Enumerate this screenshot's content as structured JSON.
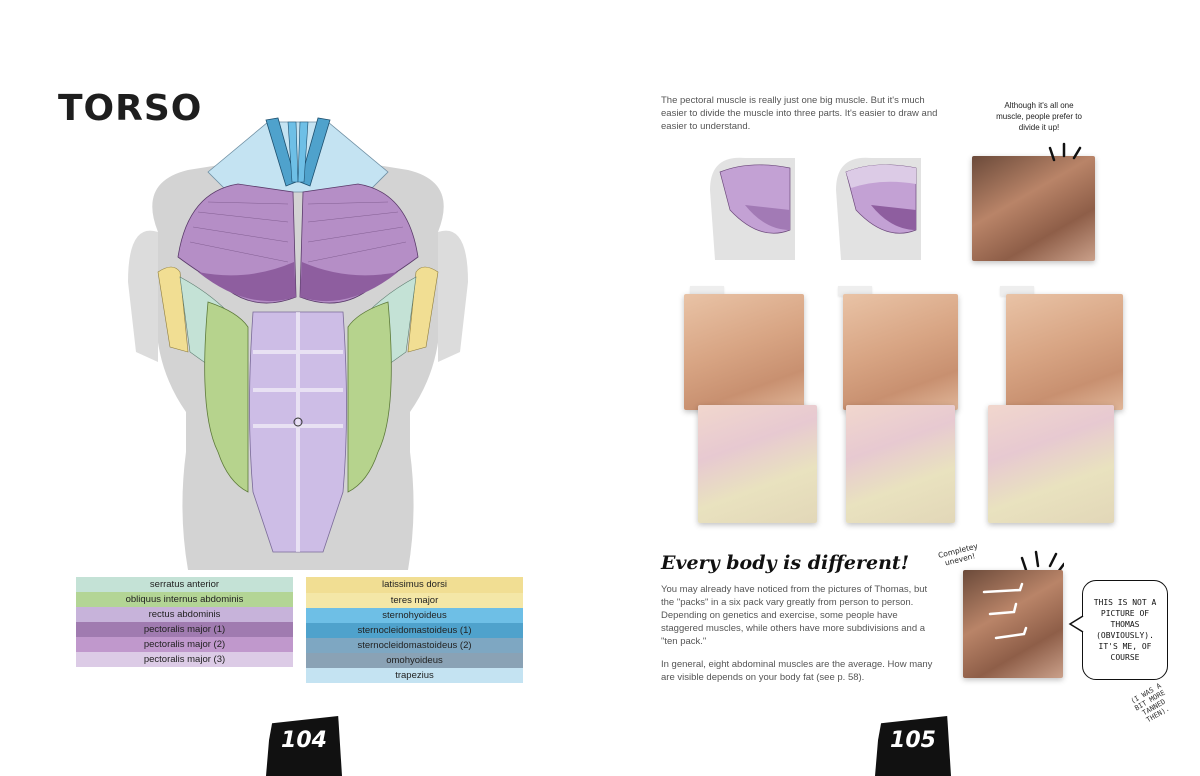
{
  "left_page": {
    "title": "TORSO",
    "legend_left": [
      {
        "label": "serratus anterior",
        "color": "#c4e2d6"
      },
      {
        "label": "obliquus internus abdominis",
        "color": "#b3d595"
      },
      {
        "label": "rectus abdominis",
        "color": "#c7b3da"
      },
      {
        "label": "pectoralis major (1)",
        "color": "#a07bb0"
      },
      {
        "label": "pectoralis major (2)",
        "color": "#c098cc"
      },
      {
        "label": "pectoralis major (3)",
        "color": "#dccbe6"
      }
    ],
    "legend_right": [
      {
        "label": "latissimus dorsi",
        "color": "#f1de93"
      },
      {
        "label": "teres major",
        "color": "#f4e7a7"
      },
      {
        "label": "sternohyoideus",
        "color": "#6ebfe6"
      },
      {
        "label": "sternocleidomastoideus (1)",
        "color": "#4fa2cc"
      },
      {
        "label": "sternocleidomastoideus (2)",
        "color": "#7ea7c2"
      },
      {
        "label": "omohyoideus",
        "color": "#8aa2b5"
      },
      {
        "label": "trapezius",
        "color": "#c4e3f2"
      }
    ],
    "page_number": "104"
  },
  "right_page": {
    "intro": "The pectoral muscle is really just one big muscle. But it's much easier to divide the muscle into three parts. It's easier to draw and easier to understand.",
    "callout": "Although it's all one muscle, people prefer to divide it up!",
    "heading": "Every body is different!",
    "body_1": "You may already have noticed from the pictures of Thomas, but the \"packs\" in a six pack vary greatly from person to person. Depending on genetics and exercise, some people have staggered muscles, while others have more subdivisions and a \"ten pack.\"",
    "body_2": "In general, eight abdominal muscles are the average. How many are visible depends on your body fat (see p. 58).",
    "completely_uneven": "Completey uneven!",
    "bubble_text": "THIS IS NOT A PICTURE OF THOMAS (OBVIOUSLY). IT'S ME, OF COURSE",
    "side_note": "(I WAS A BIT MORE TANNED THEN).",
    "page_number": "105"
  },
  "colors": {
    "pec_purple": "#b58ec6",
    "pec_dark": "#8e5e9f",
    "rectus": "#cdbde6",
    "oblique_green": "#b6d38d",
    "neck_blue": "#3d9fd6",
    "body_grey": "#d3d3d3"
  }
}
